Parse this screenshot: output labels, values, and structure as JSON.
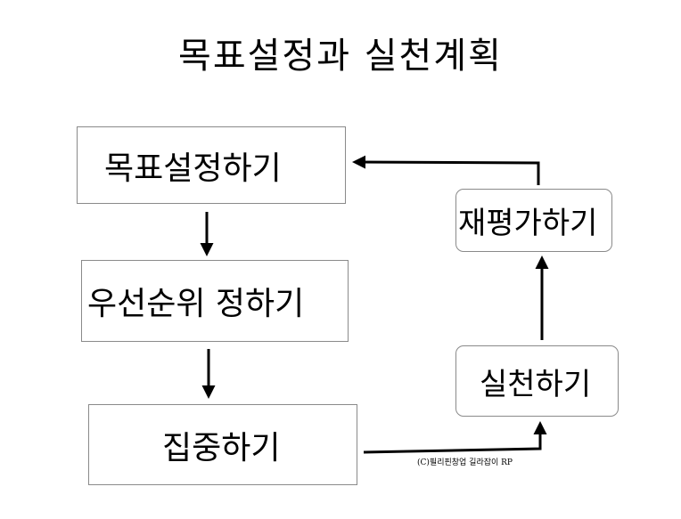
{
  "title": "목표설정과 실천계획",
  "steps": {
    "goal_setting": "목표설정하기",
    "prioritize": "우선순위 정하기",
    "focus": "집중하기",
    "execute": "실천하기",
    "reevaluate": "재평가하기"
  },
  "copyright": "(C)필리핀창업 길라잡이 RP"
}
